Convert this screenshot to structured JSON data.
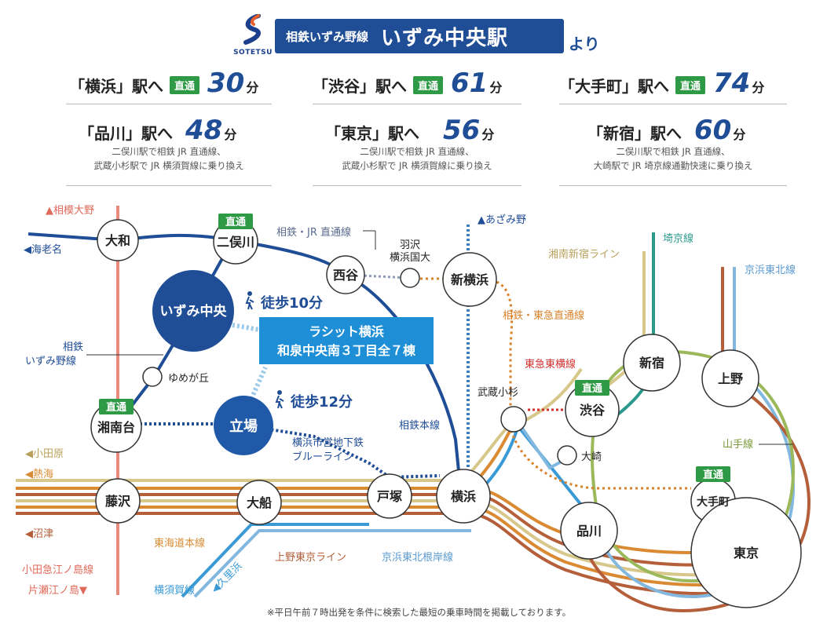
{
  "header": {
    "brand": "SOTETSU",
    "line_name": "相鉄いずみ野線",
    "station": "いずみ中央駅",
    "from_suffix": "より"
  },
  "destinations": [
    {
      "name": "「横浜」駅へ",
      "tag": "直通",
      "minutes": "30",
      "unit": "分"
    },
    {
      "name": "「渋谷」駅へ",
      "tag": "直通",
      "minutes": "61",
      "unit": "分"
    },
    {
      "name": "「大手町」駅へ",
      "tag": "直通",
      "minutes": "74",
      "unit": "分"
    },
    {
      "name": "「品川」駅へ",
      "minutes": "48",
      "unit": "分",
      "note1": "二俣川駅で相鉄 JR 直通線、",
      "note2": "武蔵小杉駅で JR 横須賀線に乗り換え"
    },
    {
      "name": "「東京」駅へ",
      "minutes": "56",
      "unit": "分",
      "note1": "二俣川駅で相鉄 JR 直通線、",
      "note2": "武蔵小杉駅で JR 横須賀線に乗り換え"
    },
    {
      "name": "「新宿」駅へ",
      "minutes": "60",
      "unit": "分",
      "note1": "二俣川駅で相鉄 JR 直通線、",
      "note2": "大崎駅で JR 埼京線通勤快速に乗り換え"
    }
  ],
  "map": {
    "stations": {
      "yamato": "大和",
      "futamatagawa": "二俣川",
      "nishiya": "西谷",
      "hazawa1": "羽沢",
      "hazawa2": "横浜国大",
      "shinyokohama": "新横浜",
      "izumichuo": "いずみ中央",
      "yumegaoka": "ゆめが丘",
      "shonandai": "湘南台",
      "tateba": "立場",
      "fujisawa": "藤沢",
      "ofuna": "大船",
      "totsuka": "戸塚",
      "yokohama": "横浜",
      "musashikosugi": "武蔵小杉",
      "shibuya": "渋谷",
      "shinjuku": "新宿",
      "ueno": "上野",
      "osaki": "大崎",
      "otemachi": "大手町",
      "shinagawa": "品川",
      "tokyo": "東京"
    },
    "direct_tag": "直通",
    "labels": {
      "sagami_ono": "▲相模大野",
      "ebina": "◀海老名",
      "sotetsu_jr": "相鉄・JR 直通線",
      "azamino": "▲あざみ野",
      "saikyo": "埼京線",
      "shonan_shinjuku": "湘南新宿ライン",
      "keihin_tohoku": "京浜東北線",
      "walk10": "徒歩10分",
      "walk12": "徒歩12分",
      "property1": "ラシット横浜",
      "property2": "和泉中央南３丁目全７棟",
      "izumino1": "相鉄",
      "izumino2": "いずみ野線",
      "sotetsu_tokyu": "相鉄・東急直通線",
      "toyoko": "東急東横線",
      "subway1": "横浜市営地下鉄",
      "subway2": "ブルーライン",
      "sotetsu_main": "相鉄本線",
      "odawara": "◀小田原",
      "atami": "◀熱海",
      "numazu": "◀沼津",
      "yamanote": "山手線",
      "tokaido": "東海道本線",
      "ueno_tokyo": "上野東京ライン",
      "negishi": "京浜東北根岸線",
      "odakyu": "小田急江ノ島線",
      "katase": "片瀬江ノ島▼",
      "yokosuka": "横須賀線",
      "kurihama": "◀久里浜"
    },
    "colors": {
      "sotetsu": "#1f4d96",
      "odakyu": "#e88a7d",
      "jr_green": "#2e9a45",
      "tokaido": "#d98a32",
      "ueno_tokyo": "#b45f3a",
      "yokosuka": "#3a9ad6",
      "keihin": "#82b8e0",
      "shonan": "#d7c78b",
      "saikyo": "#2b9a8c",
      "yamanote": "#9bb85a",
      "blueline": "#3a7cc0",
      "tokyu": "#d0302e",
      "sotetsu_tokyu": "#d9822b",
      "property": "#1e8fd6"
    }
  },
  "footnote": "※平日午前７時出発を条件に検索した最短の乗車時間を掲載しております。"
}
